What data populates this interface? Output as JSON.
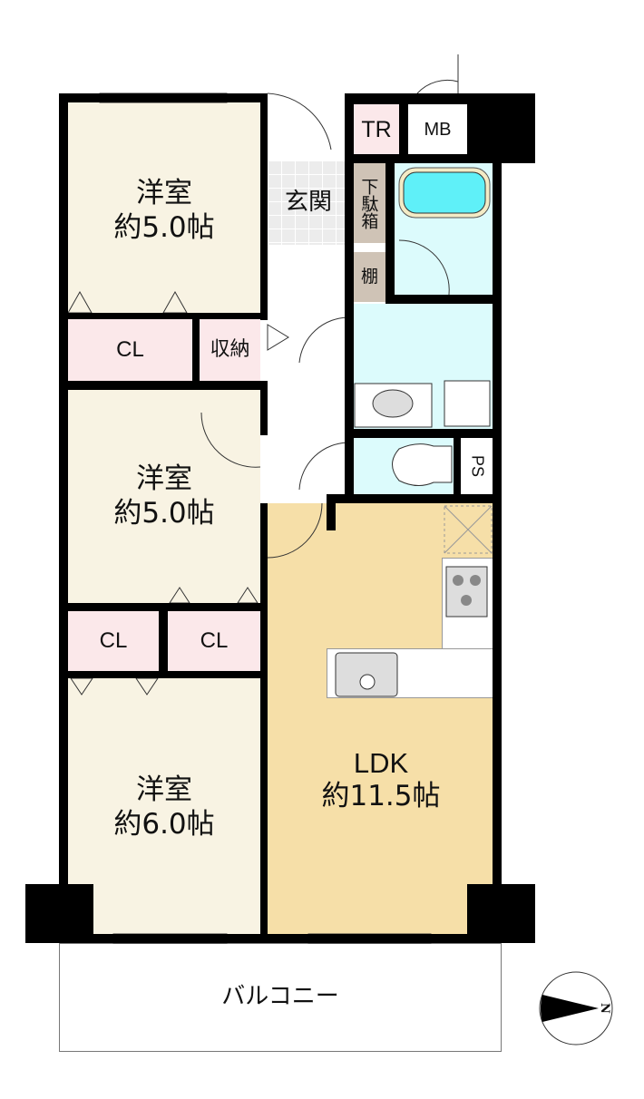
{
  "rooms": {
    "western1": {
      "name": "洋室",
      "size": "約5.0帖"
    },
    "western2": {
      "name": "洋室",
      "size": "約5.0帖"
    },
    "western3": {
      "name": "洋室",
      "size": "約6.0帖"
    },
    "ldk": {
      "name": "LDK",
      "size": "約11.5帖"
    },
    "entrance": "玄関",
    "shoe_cabinet": "下駄箱",
    "shelf": "棚",
    "storage": "収納",
    "closet1": "CL",
    "closet2": "CL",
    "closet3": "CL",
    "trunk_room": "TR",
    "meter_box": "MB",
    "pipe_space": "PS",
    "balcony": "バルコニー"
  },
  "compass": {
    "label": "N",
    "direction": "east"
  },
  "colors": {
    "western": "#f8f3e3",
    "closet": "#fbe8ea",
    "ldk": "#f6dfa8",
    "wet": "#dcfbfc",
    "tub": "#5ff0f8",
    "entrance": "#ececec",
    "cabinet": "#cfc3b6"
  }
}
